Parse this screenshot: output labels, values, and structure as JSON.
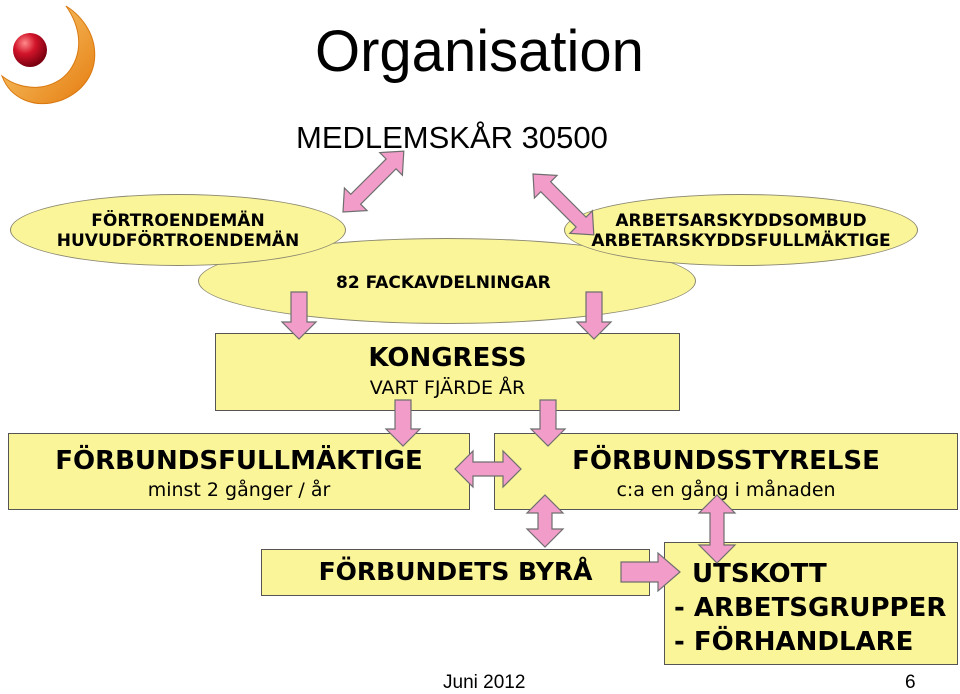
{
  "title": "Organisation",
  "members": "MEDLEMSKÅR 30500",
  "nodes": {
    "fortroendeman": {
      "line1": "FÖRTROENDEMÄN",
      "line2": "HUVUDFÖRTROENDEMÄN"
    },
    "fackavdelningar": {
      "label": "82 FACKAVDELNINGAR"
    },
    "arbetsskydd": {
      "line1": "ARBETSARSKYDDSOMBUD",
      "line2": "ARBETARSKYDDSFULLMÄKTIGE"
    },
    "kongress": {
      "title": "KONGRESS",
      "subtitle": "VART FJÄRDE ÅR"
    },
    "forbundsfullmaktige": {
      "title": "FÖRBUNDSFULLMÄKTIGE",
      "subtitle": "minst 2 gånger / år"
    },
    "forbundsstyrelse": {
      "title": "FÖRBUNDSSTYRELSE",
      "subtitle": "c:a en gång i månaden"
    },
    "byra": {
      "title": "FÖRBUNDETS BYRÅ"
    },
    "utskott": {
      "line1": "UTSKOTT",
      "line2": "- ARBETSGRUPPER",
      "line3": "- FÖRHANDLARE"
    }
  },
  "footer": {
    "date": "Juni 2012",
    "page": "6"
  },
  "colors": {
    "fill": "#fbf59a",
    "arrow": "#f29cca",
    "arrow_stroke": "#6e6e6e",
    "logo_orange": "#f39a1e",
    "logo_red": "#c8102e"
  }
}
